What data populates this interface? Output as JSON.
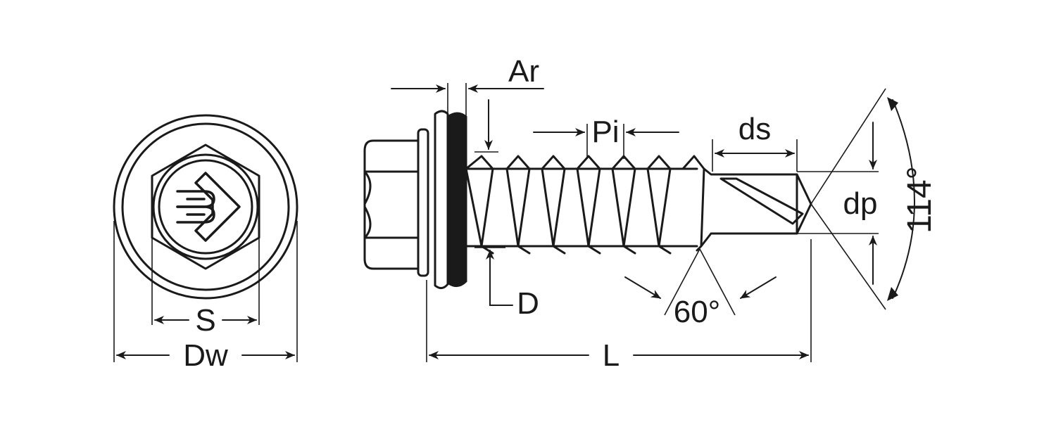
{
  "diagram": {
    "labels": {
      "ar": "Ar",
      "pi": "Pi",
      "ds": "ds",
      "dp": "dp",
      "angle_tip": "114°",
      "d": "D",
      "angle_thread": "60°",
      "s": "S",
      "dw": "Dw",
      "l": "L"
    },
    "colors": {
      "line": "#1a1a1a",
      "background": "#ffffff"
    },
    "icons": {
      "logo": "brand-logo-icon"
    }
  }
}
